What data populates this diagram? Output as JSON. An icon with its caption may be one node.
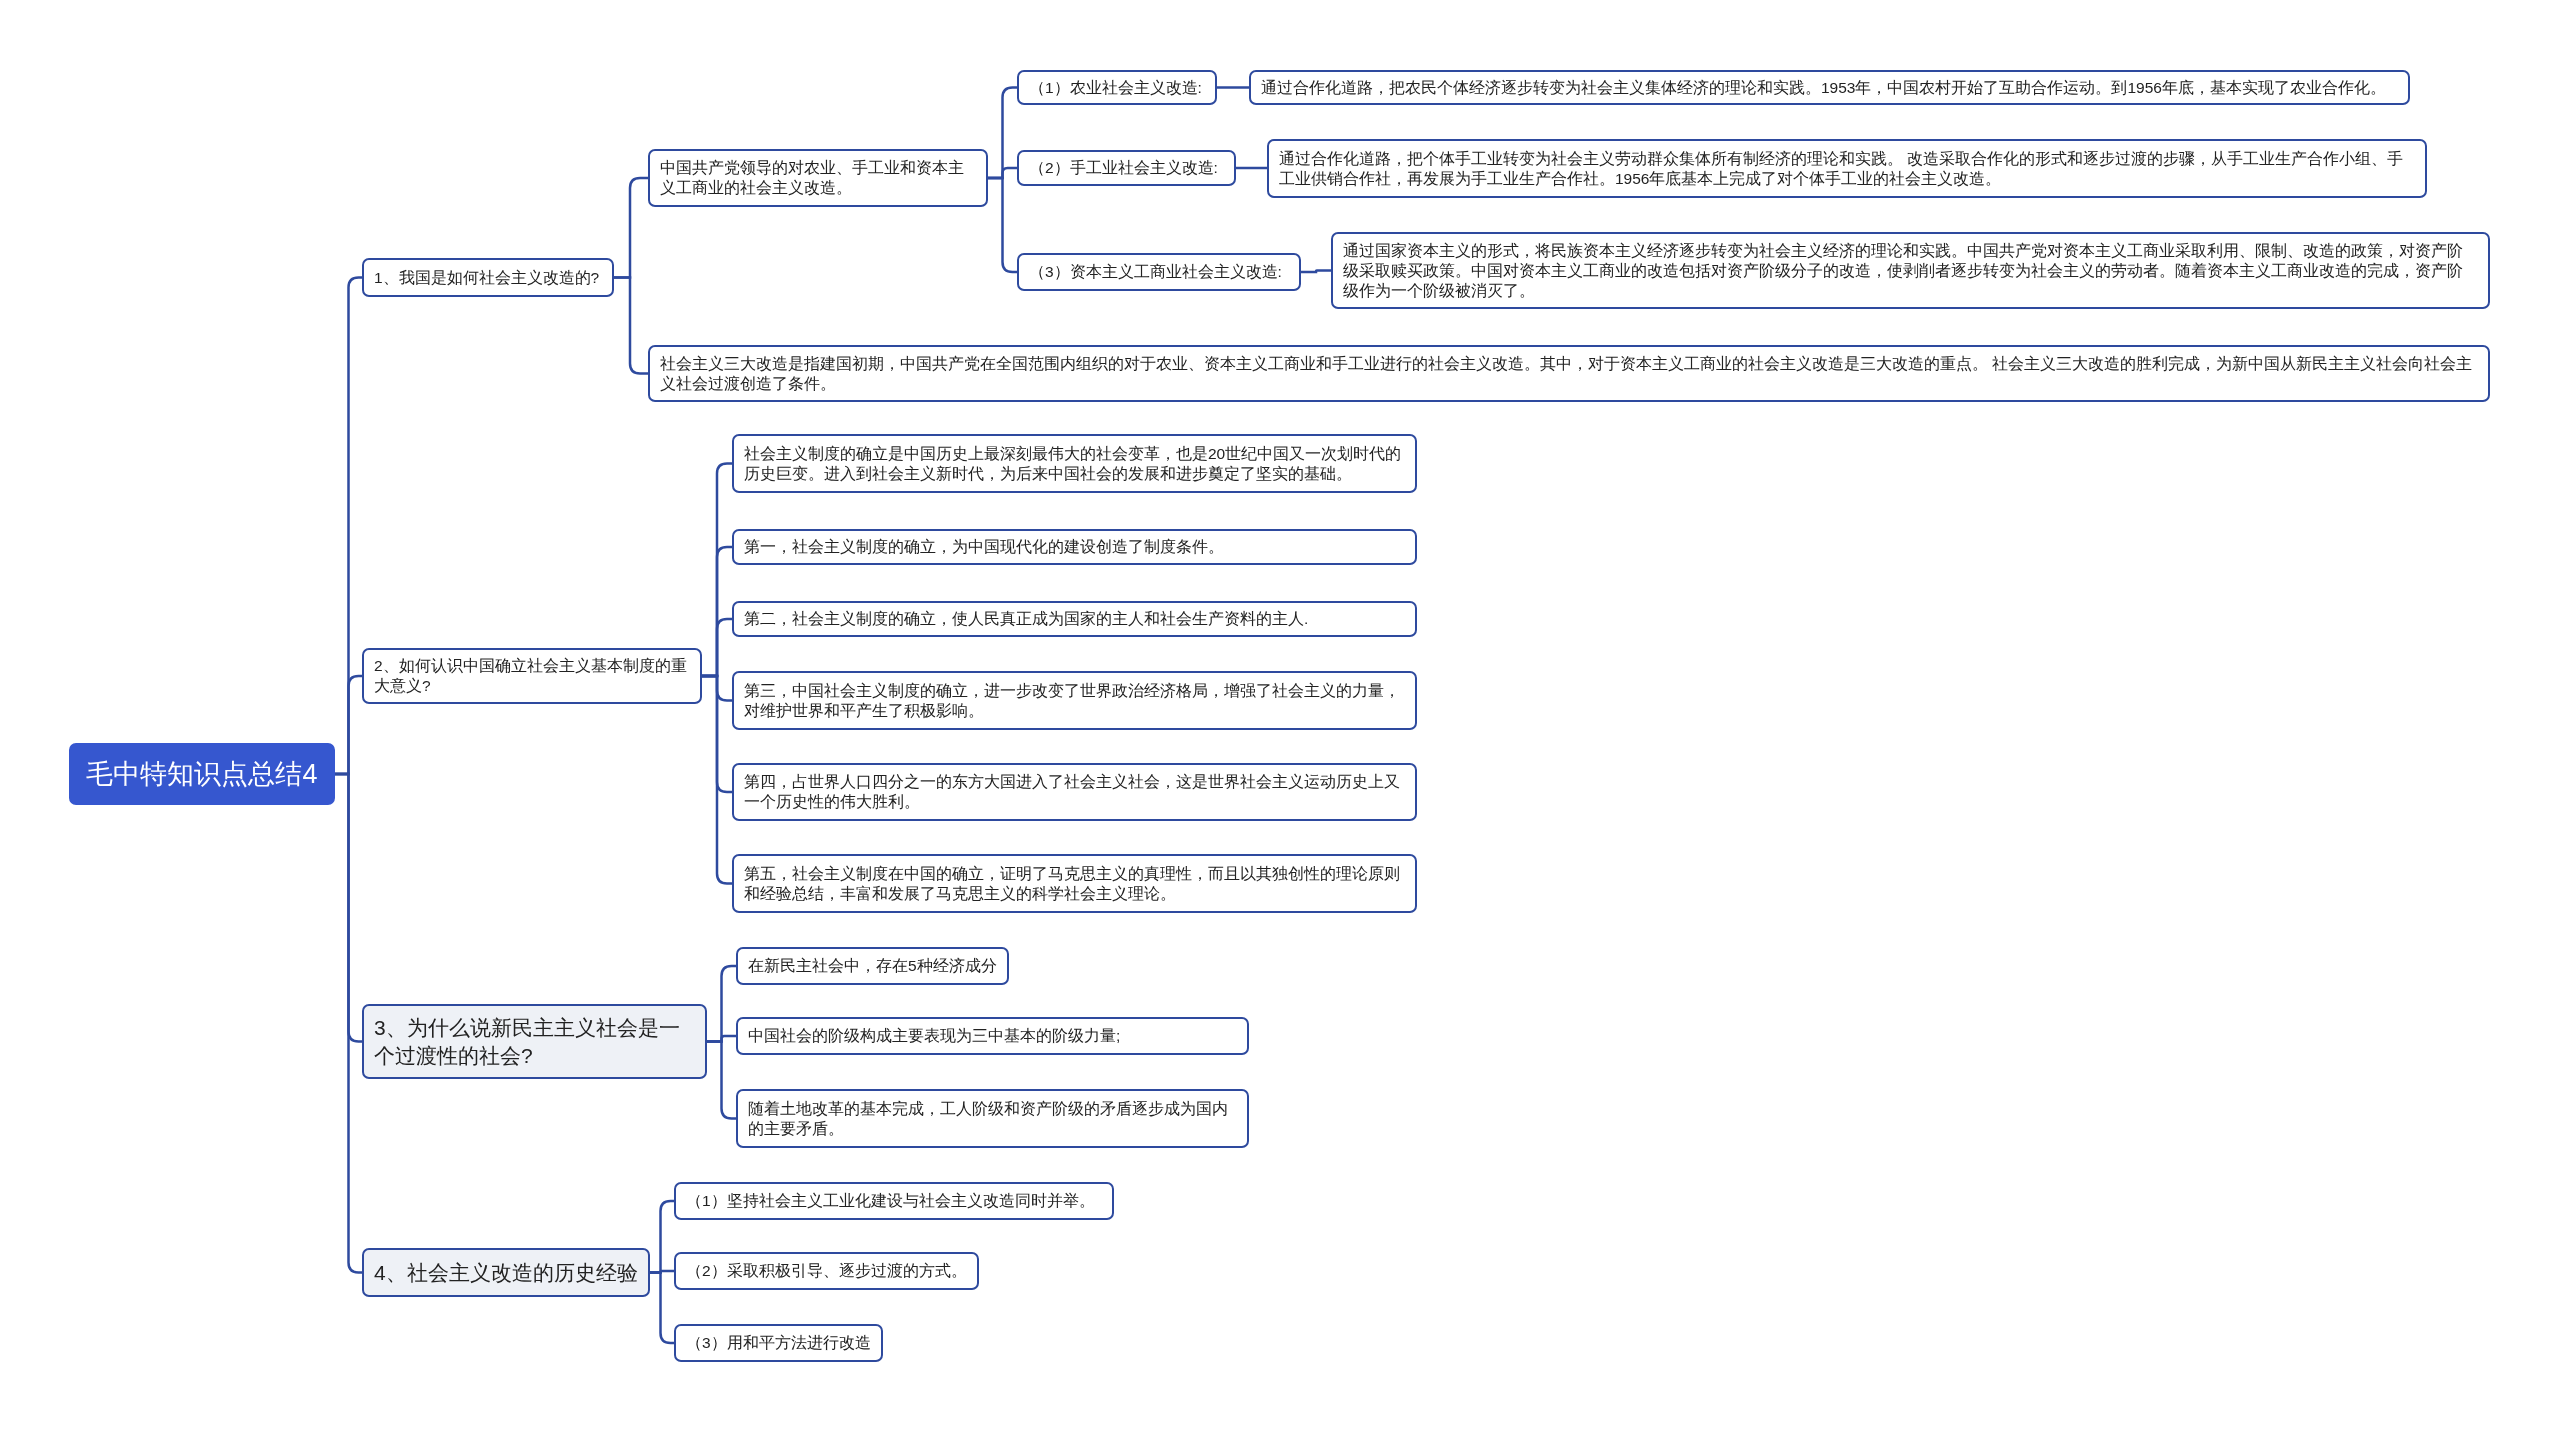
{
  "diagram": {
    "nodes": [
      {
        "text": [
          "毛中特知识点总结4"
        ]
      },
      {
        "text": [
          "1、我国是如何社会主义改造的?"
        ]
      },
      {
        "text": [
          "中国共产党领导的对农业、手工业和资本主义工商业的社会主义改造。"
        ]
      },
      {
        "text": [
          "（1）农业社会主义改造:"
        ]
      },
      {
        "text": [
          "通过合作化道路，把农民个体经济逐步转变为社会主义集体经济的理论和实践。1953年，中国农村开始了互助合作运动。到1956年底，基本实现了农业合作化。"
        ]
      },
      {
        "text": [
          "（2）手工业社会主义改造:"
        ]
      },
      {
        "text": [
          "通过合作化道路，把个体手工业转变为社会主义劳动群众集体所有制经济的理论和实践。 改造采取合作化的形式和逐步过渡的步骤，从手工业生产合作小组、手工业供销合作社，再发展为手工业生产合作社。1956年底基本上完成了对个体手工业的社会主义改造。"
        ]
      },
      {
        "text": [
          "（3）资本主义工商业社会主义改造:"
        ]
      },
      {
        "text": [
          "通过国家资本主义的形式，将民族资本主义经济逐步转变为社会主义经济的理论和实践。中国共产党对资本主义工商业采取利用、限制、改造的政策，对资产阶级采取赎买政策。中国对资本主义工商业的改造包括对资产阶级分子的改造，使剥削者逐步转变为社会主义的劳动者。随着资本主义工商业改造的完成，资产阶级作为一个阶级被消灭了。"
        ]
      },
      {
        "text": [
          "社会主义三大改造是指建国初期，中国共产党在全国范围内组织的对于农业、资本主义工商业和手工业进行的社会主义改造。其中，对于资本主义工商业的社会主义改造是三大改造的重点。 社会主义三大改造的胜利完成，为新中国从新民主主义社会向社会主义社会过渡创造了条件。"
        ]
      },
      {
        "text": [
          "2、如何认识中国确立社会主义基本制度的重大意义?"
        ]
      },
      {
        "text": [
          "社会主义制度的确立是中国历史上最深刻最伟大的社会变革，也是20世纪中国又一次划时代的历史巨变。进入到社会主义新时代，为后来中国社会的发展和进步奠定了坚实的基础。"
        ]
      },
      {
        "text": [
          "第一，社会主义制度的确立，为中国现代化的建设创造了制度条件。"
        ]
      },
      {
        "text": [
          "第二，社会主义制度的确立，使人民真正成为国家的主人和社会生产资料的主人."
        ]
      },
      {
        "text": [
          "第三，中国社会主义制度的确立，进一步改变了世界政治经济格局，增强了社会主义的力量，对维护世界和平产生了积极影响。"
        ]
      },
      {
        "text": [
          "第四，占世界人口四分之一的东方大国进入了社会主义社会，这是世界社会主义运动历史上又一个历史性的伟大胜利。"
        ]
      },
      {
        "text": [
          "第五，社会主义制度在中国的确立，证明了马克思主义的真理性，而且以其独创性的理论原则和经验总结，丰富和发展了马克思主义的科学社会主义理论。"
        ]
      },
      {
        "text": [
          "3、为什么说新民主主义社会是一个过渡性的社会?"
        ]
      },
      {
        "text": [
          "在新民主社会中，存在5种经济成分"
        ]
      },
      {
        "text": [
          "中国社会的阶级构成主要表现为三中基本的阶级力量;"
        ]
      },
      {
        "text": [
          "随着土地改革的基本完成，工人阶级和资产阶级的矛盾逐步成为国内的主要矛盾。"
        ]
      },
      {
        "text": [
          "4、社会主义改造的历史经验"
        ]
      },
      {
        "text": [
          "（1）坚持社会主义工业化建设与社会主义改造同时并举。"
        ]
      },
      {
        "text": [
          "（2）采取积极引导、逐步过渡的方式。"
        ]
      },
      {
        "text": [
          "（3）用和平方法进行改造"
        ]
      }
    ],
    "edges": [
      {
        "from": 0,
        "to": 1,
        "arrow": "none"
      },
      {
        "from": 1,
        "to": 2,
        "arrow": "none"
      },
      {
        "from": 2,
        "to": 3,
        "arrow": "none"
      },
      {
        "from": 3,
        "to": 4,
        "arrow": "none"
      },
      {
        "from": 2,
        "to": 5,
        "arrow": "none"
      },
      {
        "from": 5,
        "to": 6,
        "arrow": "none"
      },
      {
        "from": 2,
        "to": 7,
        "arrow": "none"
      },
      {
        "from": 7,
        "to": 8,
        "arrow": "none"
      },
      {
        "from": 1,
        "to": 9,
        "arrow": "none"
      },
      {
        "from": 0,
        "to": 10,
        "arrow": "none"
      },
      {
        "from": 10,
        "to": 11,
        "arrow": "none"
      },
      {
        "from": 10,
        "to": 12,
        "arrow": "none"
      },
      {
        "from": 10,
        "to": 13,
        "arrow": "none"
      },
      {
        "from": 10,
        "to": 14,
        "arrow": "none"
      },
      {
        "from": 10,
        "to": 15,
        "arrow": "none"
      },
      {
        "from": 10,
        "to": 16,
        "arrow": "none"
      },
      {
        "from": 0,
        "to": 17,
        "arrow": "none"
      },
      {
        "from": 17,
        "to": 18,
        "arrow": "none"
      },
      {
        "from": 17,
        "to": 19,
        "arrow": "none"
      },
      {
        "from": 17,
        "to": 20,
        "arrow": "none"
      },
      {
        "from": 0,
        "to": 21,
        "arrow": "none"
      },
      {
        "from": 21,
        "to": 22,
        "arrow": "none"
      },
      {
        "from": 21,
        "to": 23,
        "arrow": "none"
      },
      {
        "from": 21,
        "to": 24,
        "arrow": "none"
      }
    ]
  }
}
